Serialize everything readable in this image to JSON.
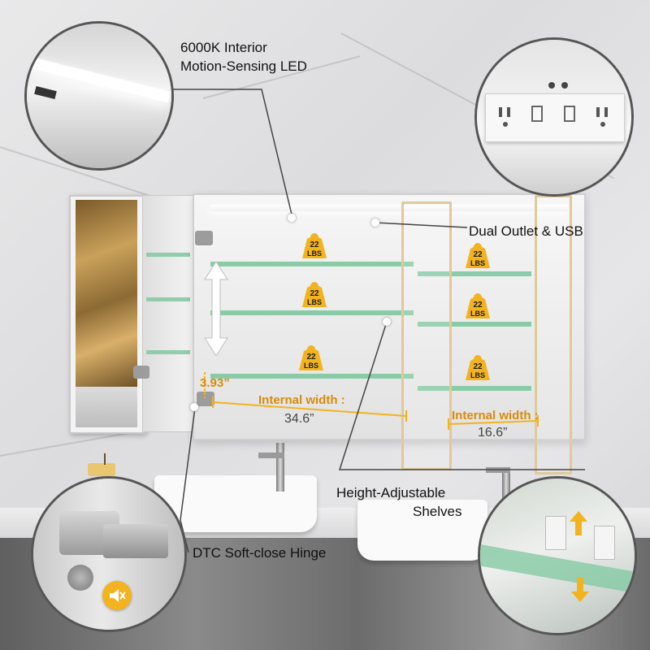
{
  "callouts": {
    "led_line1": "6000K Interior",
    "led_line2": "Motion-Sensing LED",
    "outlet": "Dual Outlet & USB",
    "shelves_line1": "Height-Adjustable",
    "shelves_line2": "Shelves",
    "hinge": "DTC Soft-close Hinge"
  },
  "dimensions": {
    "shelf_gap": "3.93”",
    "main_label": "Internal width :",
    "main_value": "34.6”",
    "side_label": "Internal width :",
    "side_value": "16.6”"
  },
  "load": {
    "number": "22",
    "unit": "LBS"
  },
  "colors": {
    "accent": "#f2b31f",
    "dimension_text": "#d98b0a",
    "glass_shelf": "#7fc8a0"
  },
  "icons": [
    "weight-icon",
    "mute-icon",
    "up-arrow-icon",
    "down-arrow-icon",
    "double-arrow-icon"
  ]
}
